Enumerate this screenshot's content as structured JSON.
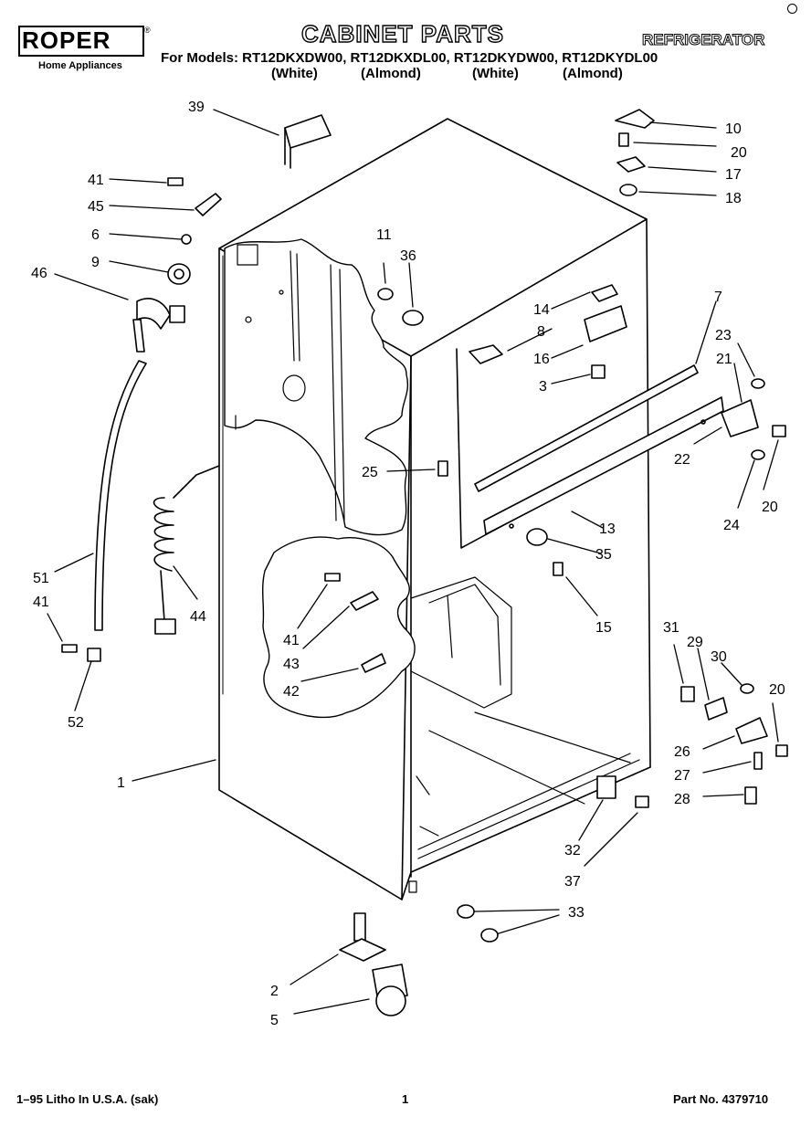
{
  "brand": {
    "logo": "ROPER",
    "trademark": "®",
    "tagline": "Home Appliances"
  },
  "title": "CABINET PARTS",
  "category": "REFRIGERATOR",
  "models": "For Models: RT12DKXDW00, RT12DKXDL00, RT12DKYDW00, RT12DKYDL00",
  "model_colors": [
    "(White)",
    "(Almond)",
    "(White)",
    "(Almond)"
  ],
  "part_labels": [
    "39",
    "10",
    "20",
    "17",
    "18",
    "41",
    "45",
    "6",
    "9",
    "11",
    "36",
    "46",
    "14",
    "8",
    "7",
    "16",
    "23",
    "21",
    "3",
    "22",
    "25",
    "20",
    "24",
    "13",
    "35",
    "15",
    "51",
    "41",
    "44",
    "41",
    "43",
    "42",
    "52",
    "31",
    "29",
    "30",
    "20",
    "26",
    "27",
    "28",
    "1",
    "32",
    "37",
    "33",
    "2",
    "5"
  ],
  "footer": {
    "left": "1–95 Litho In U.S.A. (sak)",
    "page": "1",
    "right": "Part No. 4379710"
  }
}
